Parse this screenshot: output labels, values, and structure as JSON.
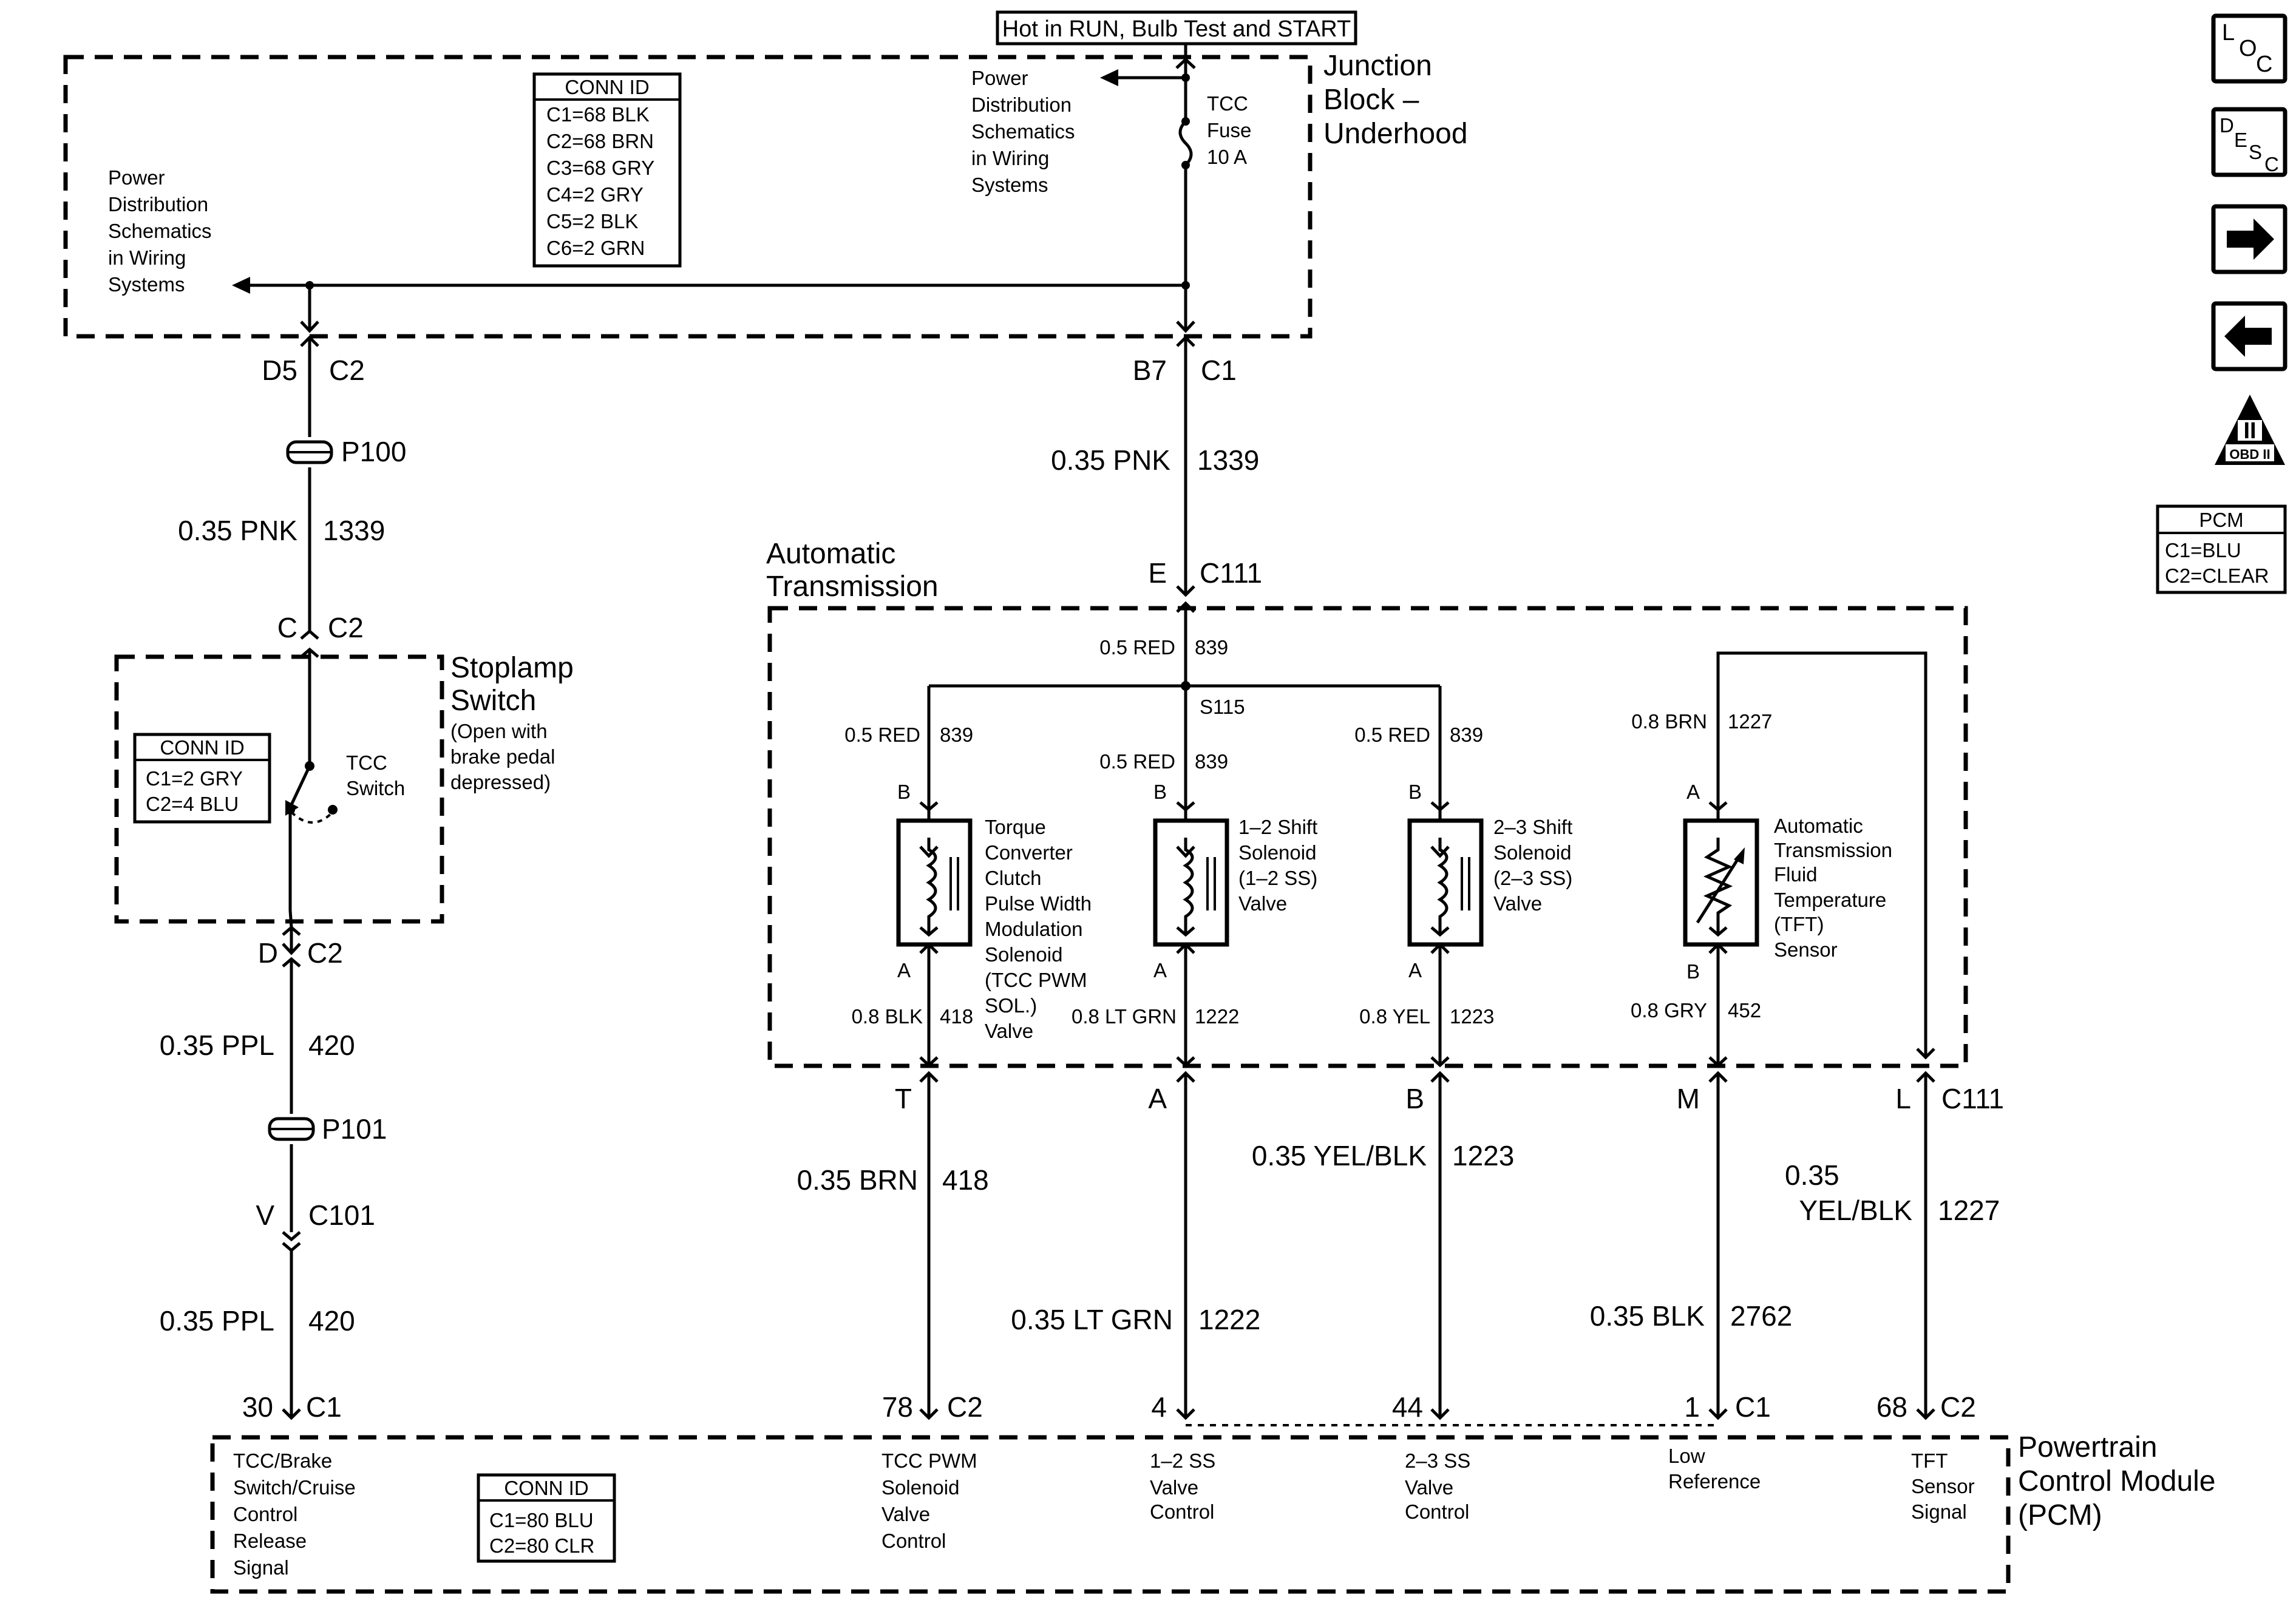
{
  "supply": {
    "hot_label": "Hot in RUN, Bulb Test and START"
  },
  "junction_block": {
    "name_line1": "Junction",
    "name_line2": "Block –",
    "name_line3": "Underhood",
    "conn_title": "CONN ID",
    "conn": [
      "C1=68 BLK",
      "C2=68 BRN",
      "C3=68 GRY",
      "C4=2 GRY",
      "C5=2 BLK",
      "C6=2 GRN"
    ],
    "power_dist_left": [
      "Power",
      "Distribution",
      "Schematics",
      "in Wiring",
      "Systems"
    ],
    "power_dist_right": [
      "Power",
      "Distribution",
      "Schematics",
      "in Wiring",
      "Systems"
    ],
    "fuse": [
      "TCC",
      "Fuse",
      "10 A"
    ]
  },
  "left_circuit": {
    "jb_pin": "D5",
    "jb_conn": "C2",
    "splice1": "P100",
    "wire1_gauge": "0.35 PNK",
    "wire1_circuit": "1339",
    "sw_top_pin": "C",
    "sw_top_conn": "C2",
    "stoplamp_title1": "Stoplamp",
    "stoplamp_title2": "Switch",
    "stoplamp_note": [
      "(Open with",
      "brake pedal",
      "depressed)"
    ],
    "sw_conn_title": "CONN ID",
    "sw_conn": [
      "C1=2 GRY",
      "C2=4 BLU"
    ],
    "tcc_switch": [
      "TCC",
      "Switch"
    ],
    "sw_bot_pin": "D",
    "sw_bot_conn": "C2",
    "wire2_gauge": "0.35 PPL",
    "wire2_circuit": "420",
    "splice2": "P101",
    "c101_pin": "V",
    "c101_conn": "C101",
    "wire3_gauge": "0.35 PPL",
    "wire3_circuit": "420",
    "pcm_pin": "30",
    "pcm_conn": "C1"
  },
  "center_feed": {
    "jb_pin": "B7",
    "jb_conn": "C1",
    "wire_gauge": "0.35 PNK",
    "wire_circuit": "1339",
    "trans_pin": "E",
    "trans_conn": "C111",
    "trans_title1": "Automatic",
    "trans_title2": "Transmission",
    "inner_gauge": "0.5 RED",
    "inner_circuit": "839",
    "splice": "S115"
  },
  "solenoids": [
    {
      "top_gauge": "0.5 RED",
      "top_circuit": "839",
      "top_pin": "B",
      "bot_pin": "A",
      "bot_gauge": "0.8 BLK",
      "bot_circuit": "418",
      "label": [
        "Torque",
        "Converter",
        "Clutch",
        "Pulse Width",
        "Modulation",
        "Solenoid",
        "(TCC PWM",
        "SOL.)",
        "Valve"
      ],
      "ext_pin": "T",
      "ext_gauge": "0.35 BRN",
      "ext_circuit": "418",
      "pcm_pin": "78",
      "pcm_conn": "C2",
      "pcm_label": [
        "TCC PWM",
        "Solenoid",
        "Valve",
        "Control"
      ]
    },
    {
      "top_gauge": "0.5 RED",
      "top_circuit": "839",
      "top_pin": "B",
      "bot_pin": "A",
      "bot_gauge": "0.8 LT GRN",
      "bot_circuit": "1222",
      "label": [
        "1–2 Shift",
        "Solenoid",
        "(1–2 SS)",
        "Valve"
      ],
      "ext_pin": "A",
      "ext_gauge": "0.35 LT GRN",
      "ext_circuit": "1222",
      "pcm_pin": "4",
      "pcm_label": [
        "1–2 SS",
        "Valve",
        "Control"
      ]
    },
    {
      "top_gauge": "0.5 RED",
      "top_circuit": "839",
      "top_pin": "B",
      "bot_pin": "A",
      "bot_gauge": "0.8 YEL",
      "bot_circuit": "1223",
      "label": [
        "2–3 Shift",
        "Solenoid",
        "(2–3 SS)",
        "Valve"
      ],
      "ext_pin": "B",
      "ext_gauge": "0.35 YEL/BLK",
      "ext_circuit": "1223",
      "pcm_pin": "44",
      "pcm_label": [
        "2–3 SS",
        "Valve",
        "Control"
      ]
    }
  ],
  "tft": {
    "top_gauge": "0.8 BRN",
    "top_circuit": "1227",
    "top_pin": "A",
    "bot_pin": "B",
    "bot_gauge": "0.8 GRY",
    "bot_circuit": "452",
    "label": [
      "Automatic",
      "Transmission",
      "Fluid",
      "Temperature",
      "(TFT)",
      "Sensor"
    ],
    "m_pin": "M",
    "m_gauge": "0.35 BLK",
    "m_circuit": "2762",
    "m_pcm_pin": "1",
    "m_pcm_conn": "C1",
    "m_pcm_label": [
      "Low",
      "Reference"
    ],
    "l_pin": "L",
    "l_conn": "C111",
    "l_gauge1": "0.35",
    "l_gauge2": "YEL/BLK",
    "l_circuit": "1227",
    "l_pcm_pin": "68",
    "l_pcm_conn": "C2",
    "l_pcm_label": [
      "TFT",
      "Sensor",
      "Signal"
    ]
  },
  "pcm": {
    "title1": "Powertrain",
    "title2": "Control Module",
    "title3": "(PCM)",
    "left_label": [
      "TCC/Brake",
      "Switch/Cruise",
      "Control",
      "Release",
      "Signal"
    ],
    "conn_title": "CONN ID",
    "conn": [
      "C1=80 BLU",
      "C2=80 CLR"
    ]
  },
  "side_panel": {
    "loc": [
      "L",
      "O",
      "C"
    ],
    "desc": [
      "D",
      "E",
      "S",
      "C"
    ],
    "obd_big": "II",
    "obd_small": "OBD II",
    "pcm_title": "PCM",
    "pcm_conn": [
      "C1=BLU",
      "C2=CLEAR"
    ]
  }
}
